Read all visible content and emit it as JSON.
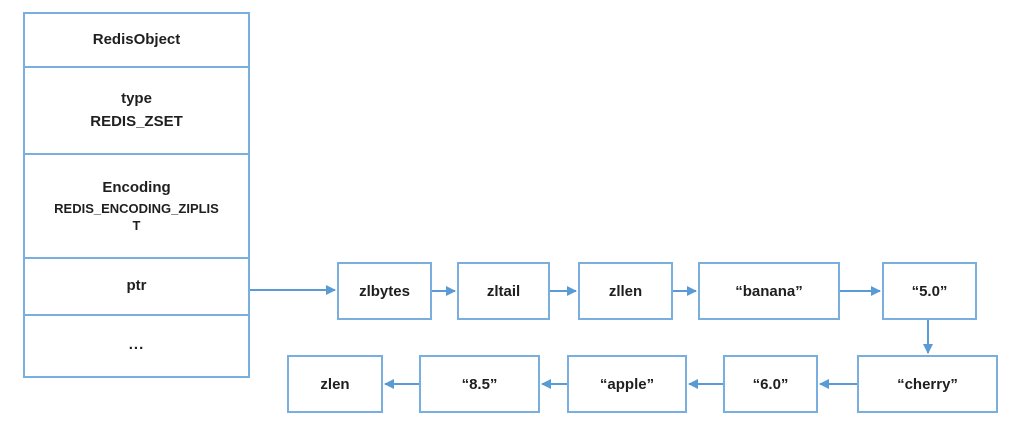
{
  "colors": {
    "background": "#ffffff",
    "box_border": "#79aede",
    "arrow": "#5b9bd5",
    "text": "#1f1f1f"
  },
  "redis_object": {
    "rows": [
      {
        "title": "RedisObject"
      },
      {
        "title": "type",
        "subtitle": "REDIS_ZSET"
      },
      {
        "title": "Encoding",
        "subtitle": "REDIS_ENCODING_ZIPLIST"
      },
      {
        "title": "ptr"
      },
      {
        "title": "..."
      }
    ]
  },
  "ziplist": {
    "top_row": [
      {
        "label": "zlbytes"
      },
      {
        "label": "zltail"
      },
      {
        "label": "zllen"
      },
      {
        "label": "“banana”"
      },
      {
        "label": "“5.0”"
      }
    ],
    "bottom_row": [
      {
        "label": "zlen"
      },
      {
        "label": "“8.5”"
      },
      {
        "label": "“apple”"
      },
      {
        "label": "“6.0”"
      },
      {
        "label": "“cherry”"
      }
    ],
    "edges": [
      {
        "from": "ptr",
        "to": "zlbytes"
      },
      {
        "from": "zlbytes",
        "to": "zltail"
      },
      {
        "from": "zltail",
        "to": "zllen"
      },
      {
        "from": "zllen",
        "to": "“banana”"
      },
      {
        "from": "“banana”",
        "to": "“5.0”"
      },
      {
        "from": "“5.0”",
        "to": "“cherry”"
      },
      {
        "from": "“cherry”",
        "to": "“6.0”"
      },
      {
        "from": "“6.0”",
        "to": "“apple”"
      },
      {
        "from": "“apple”",
        "to": "“8.5”"
      },
      {
        "from": "“8.5”",
        "to": "zlen"
      }
    ]
  }
}
